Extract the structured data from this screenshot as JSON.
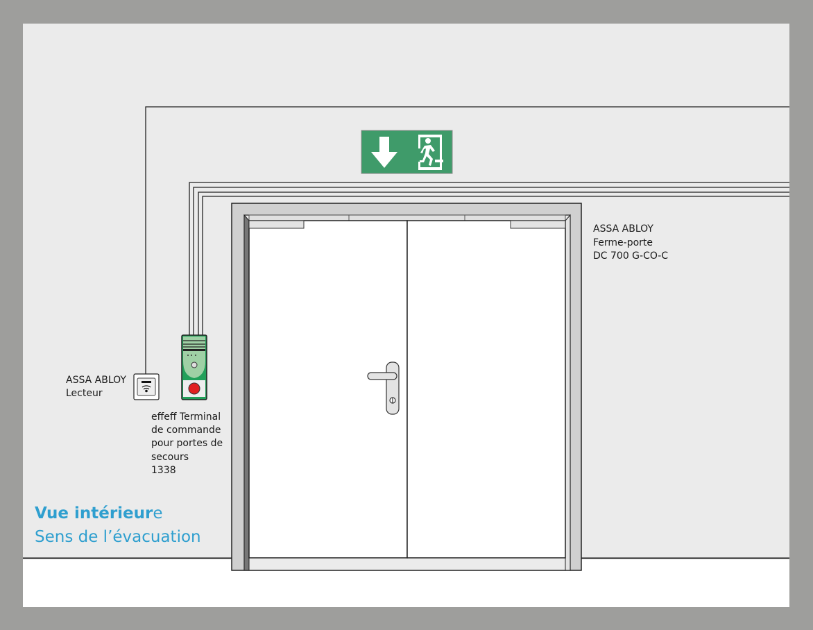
{
  "title": {
    "bold": "Vue intérieur",
    "regular_suffix": "e",
    "subtitle": "Sens de l’évacuation"
  },
  "reader": {
    "line1": "ASSA ABLOY",
    "line2": "Lecteur",
    "icon": "wireless-reader-icon"
  },
  "terminal": {
    "line1": "effeff Terminal",
    "line2": "de commande",
    "line3": "pour portes de",
    "line4": "secours",
    "line5": "1338"
  },
  "closer": {
    "line1": "ASSA ABLOY",
    "line2": "Ferme-porte",
    "line3": "DC 700 G-CO-C"
  },
  "exit_sign": {
    "icon": "emergency-exit-running-man-icon",
    "arrow": "arrow-down-icon"
  },
  "colors": {
    "accent": "#2f9fcf",
    "exit_green": "#3f9b6a",
    "terminal_green": "#22a05a",
    "button_red": "#e02020",
    "wall": "#ebebeb",
    "frame": "#d0d0d0"
  }
}
